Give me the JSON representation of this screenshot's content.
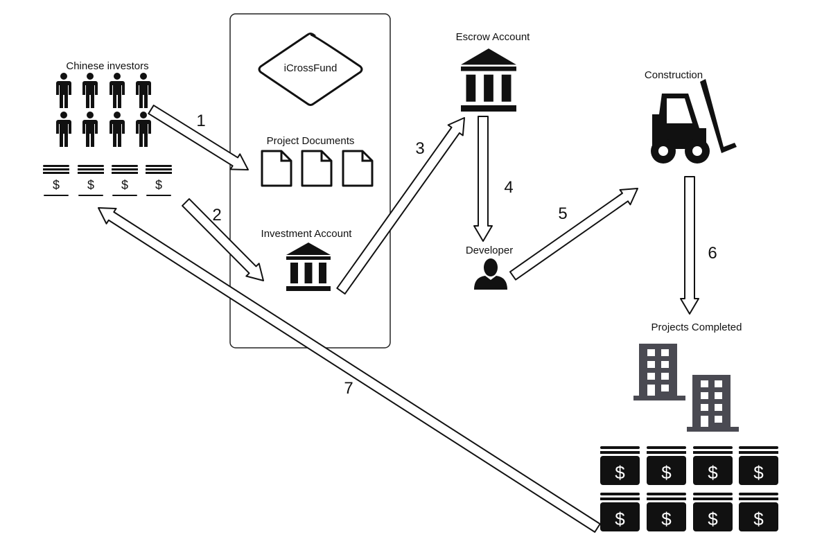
{
  "labels": {
    "investors": "Chinese investors",
    "platform": "iCrossFund",
    "documents": "Project Documents",
    "investment_account": "Investment Account",
    "escrow": "Escrow Account",
    "construction": "Construction",
    "developer": "Developer",
    "completed": "Projects Completed"
  },
  "steps": [
    "1",
    "2",
    "3",
    "4",
    "5",
    "6",
    "7"
  ],
  "icons": {
    "investors": "person-icon",
    "money": "dollar-stack-icon",
    "documents": "document-icon",
    "bank": "bank-icon",
    "construction": "forklift-icon",
    "developer": "user-icon",
    "buildings": "building-icon"
  },
  "colors": {
    "ink": "#111111",
    "building": "#4a4a52"
  }
}
